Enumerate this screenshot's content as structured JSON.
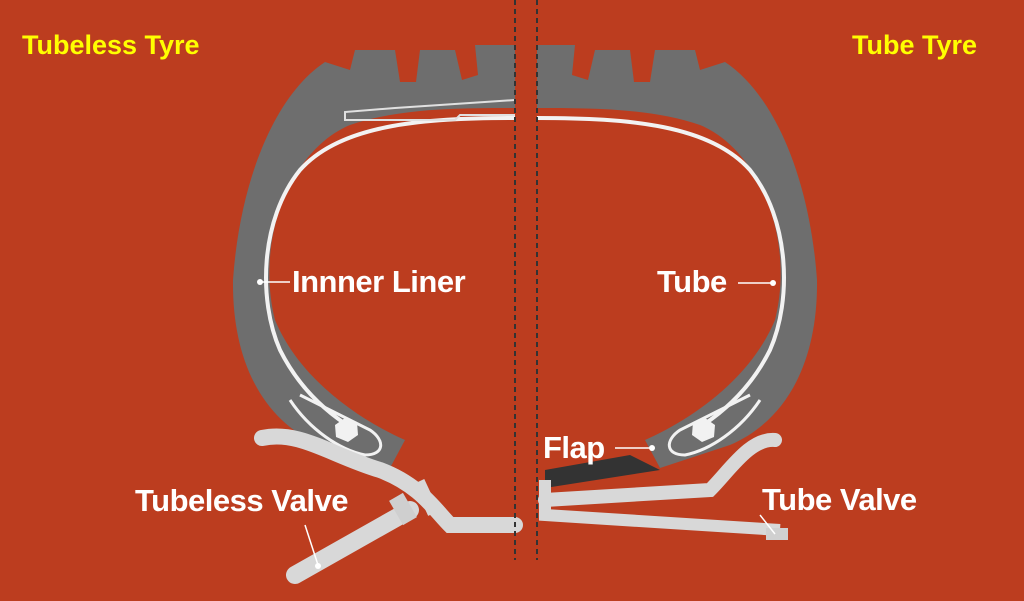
{
  "titles": {
    "left": "Tubeless Tyre",
    "right": "Tube Tyre"
  },
  "labels": {
    "inner_liner": "Innner Liner",
    "tube": "Tube",
    "flap": "Flap",
    "tubeless_valve": "Tubeless Valve",
    "tube_valve": "Tube Valve"
  },
  "colors": {
    "background": "#bc3d1f",
    "title": "#ffff00",
    "tyre": "#6e6e6e",
    "rim": "#d8d8d8"
  }
}
